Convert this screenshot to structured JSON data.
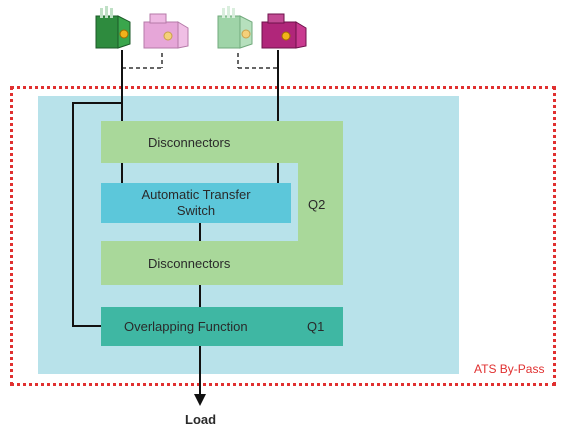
{
  "diagram": {
    "frame_label": "ATS By-Pass",
    "disconnectors_top": "Disconnectors",
    "ats_line1": "Automatic Transfer",
    "ats_line2": "Switch",
    "disconnectors_bottom": "Disconnectors",
    "q2_label": "Q2",
    "overlapping_label": "Overlapping Function",
    "q1_label": "Q1",
    "load_label": "Load"
  },
  "colors": {
    "frame": "#e03030",
    "bypass_area": "#b8e2ea",
    "disconnectors": "#a9d89a",
    "ats": "#5cc7da",
    "overlapping": "#3fb7a3",
    "source1_active": "#2e8b3e",
    "source1_faded": "#e6a6d8",
    "source2_faded": "#9fd4a8",
    "source2_active": "#b0267a"
  },
  "icons": [
    "motor-operator-green-icon",
    "motor-operator-pink-icon",
    "motor-operator-green-faded-icon",
    "motor-operator-magenta-icon"
  ]
}
